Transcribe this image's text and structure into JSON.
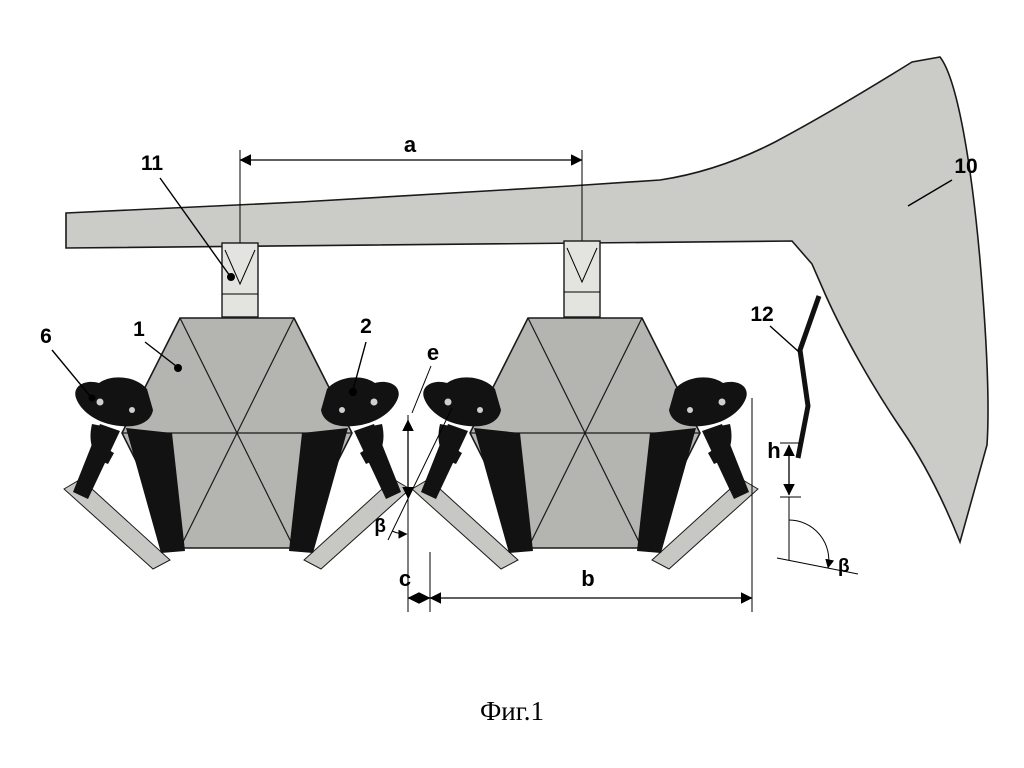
{
  "figure": {
    "caption": "Фиг.1"
  },
  "parts": {
    "p1": "1",
    "p2": "2",
    "p6": "6",
    "p10": "10",
    "p11": "11",
    "p12": "12"
  },
  "dims": {
    "a": "a",
    "b": "b",
    "c": "c",
    "e": "e",
    "h": "h",
    "beta": "β"
  },
  "colors": {
    "frame_fill": "#cbcbc7",
    "hexagon_fill": "#b4b4b1",
    "bracket_fill": "#e3e3df",
    "skid_fill": "#c7c7c3",
    "tine_fill": "#121212",
    "line": "#000000",
    "background": "#ffffff"
  }
}
